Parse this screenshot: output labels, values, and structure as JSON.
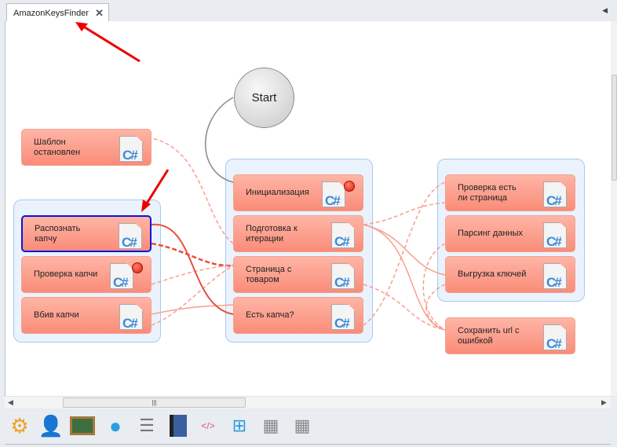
{
  "tab": {
    "title": "AmazonKeysFinder",
    "close": "✕"
  },
  "start": "Start",
  "nodes": {
    "template_stopped": "Шаблон остановлен",
    "recognize_captcha": "Распознать капчу",
    "check_captcha": "Проверка капчи",
    "enter_captcha": "Вбив капчи",
    "init": "Инициализация",
    "prepare": "Подготовка к итерации",
    "product_page": "Страница с товаром",
    "has_captcha": "Есть капча?",
    "check_page": "Проверка есть ли страница",
    "parse": "Парсинг данных",
    "export_keys": "Выгрузка ключей",
    "save_url": "Сохранить url с ошибкой"
  },
  "cs_label": "C#",
  "scroll_grip": "|||",
  "toolbar": [
    "gears-icon",
    "user-icon",
    "chalkboard-icon",
    "monster-icon",
    "list-icon",
    "books-icon",
    "code-file-icon",
    "hierarchy-icon",
    "table-icon",
    "table2-icon"
  ]
}
